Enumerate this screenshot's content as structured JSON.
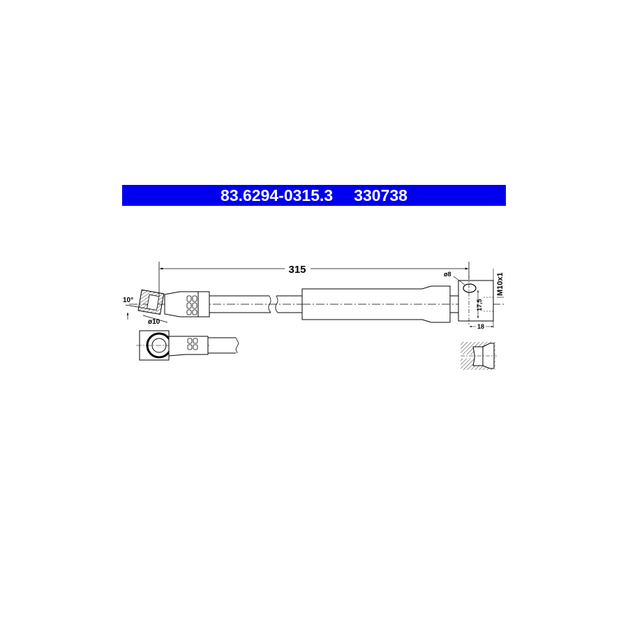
{
  "header": {
    "part_number": "83.6294-0315.3",
    "alt_number": "330738",
    "background_color": "#0000ee",
    "text_color": "#ffffff"
  },
  "drawing": {
    "subject": "brake hose",
    "dimensions": {
      "overall_length": "315",
      "angle": "10°",
      "banjo_diameter": "ø10",
      "bolt_hole_diameter": "ø8",
      "thread": "M10x1",
      "offset": "17,5",
      "block_width": "18"
    }
  }
}
